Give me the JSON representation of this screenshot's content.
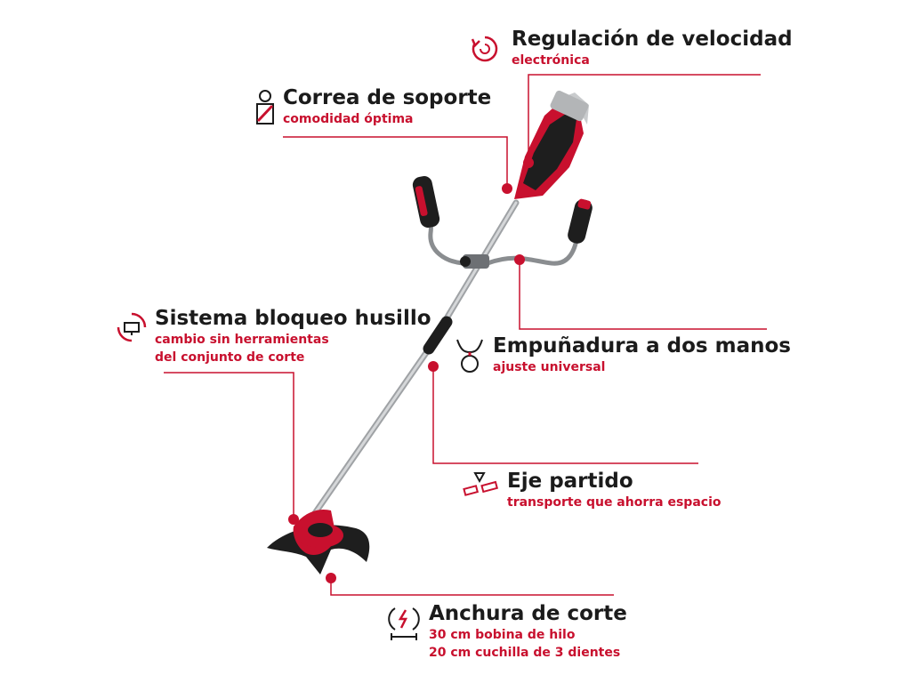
{
  "colors": {
    "accent": "#c8102e",
    "text": "#1b1b1b",
    "pole": "#b7b9bb",
    "dark": "#1e1e1e"
  },
  "features": {
    "speed": {
      "title": "Regulación de velocidad",
      "lines": [
        "electrónica"
      ],
      "icon": "speed-dial-icon"
    },
    "strap": {
      "title": "Correa de soporte",
      "lines": [
        "comodidad óptima"
      ],
      "icon": "person-strap-icon"
    },
    "spindle": {
      "title": "Sistema bloqueo husillo",
      "lines": [
        "cambio sin herramientas",
        "del conjunto de corte"
      ],
      "icon": "tool-change-icon"
    },
    "handle": {
      "title": "Empuñadura a dos manos",
      "lines": [
        "ajuste universal"
      ],
      "icon": "bike-handle-icon"
    },
    "shaft": {
      "title": "Eje partido",
      "lines": [
        "transporte que ahorra espacio"
      ],
      "icon": "split-shaft-icon"
    },
    "cut": {
      "title": "Anchura de corte",
      "lines": [
        "30 cm bobina de hilo",
        "20 cm cuchilla de 3 dientes"
      ],
      "icon": "cut-width-icon"
    }
  }
}
